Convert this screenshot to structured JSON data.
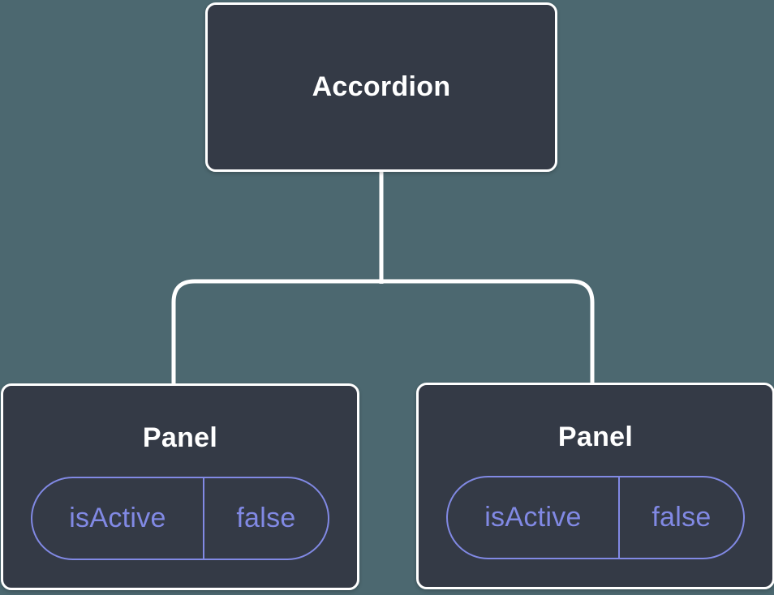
{
  "colors": {
    "background": "#4c6870",
    "node_fill": "#343a46",
    "node_border": "#ffffff",
    "node_text": "#ffffff",
    "connector": "#ffffff",
    "state_accent": "#8189e4"
  },
  "tree": {
    "root": {
      "label": "Accordion"
    },
    "children": [
      {
        "label": "Panel",
        "state": {
          "key": "isActive",
          "value": "false"
        }
      },
      {
        "label": "Panel",
        "state": {
          "key": "isActive",
          "value": "false"
        }
      }
    ]
  }
}
